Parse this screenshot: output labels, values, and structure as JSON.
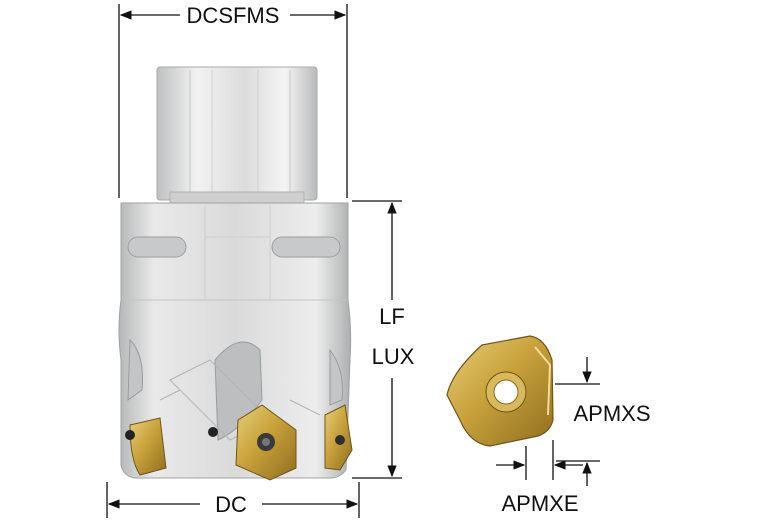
{
  "labels": {
    "shank_diameter": "DCSFMS",
    "functional_length": "LF",
    "usable_length": "LUX",
    "cutting_diameter": "DC",
    "insert_depth": "APMXS",
    "insert_edge": "APMXE"
  },
  "colors": {
    "body_metal": "#d9dadb",
    "shank_metal": "#e6e6e6",
    "insert_gold": "#c9a23c",
    "dimension_line": "#111111"
  }
}
